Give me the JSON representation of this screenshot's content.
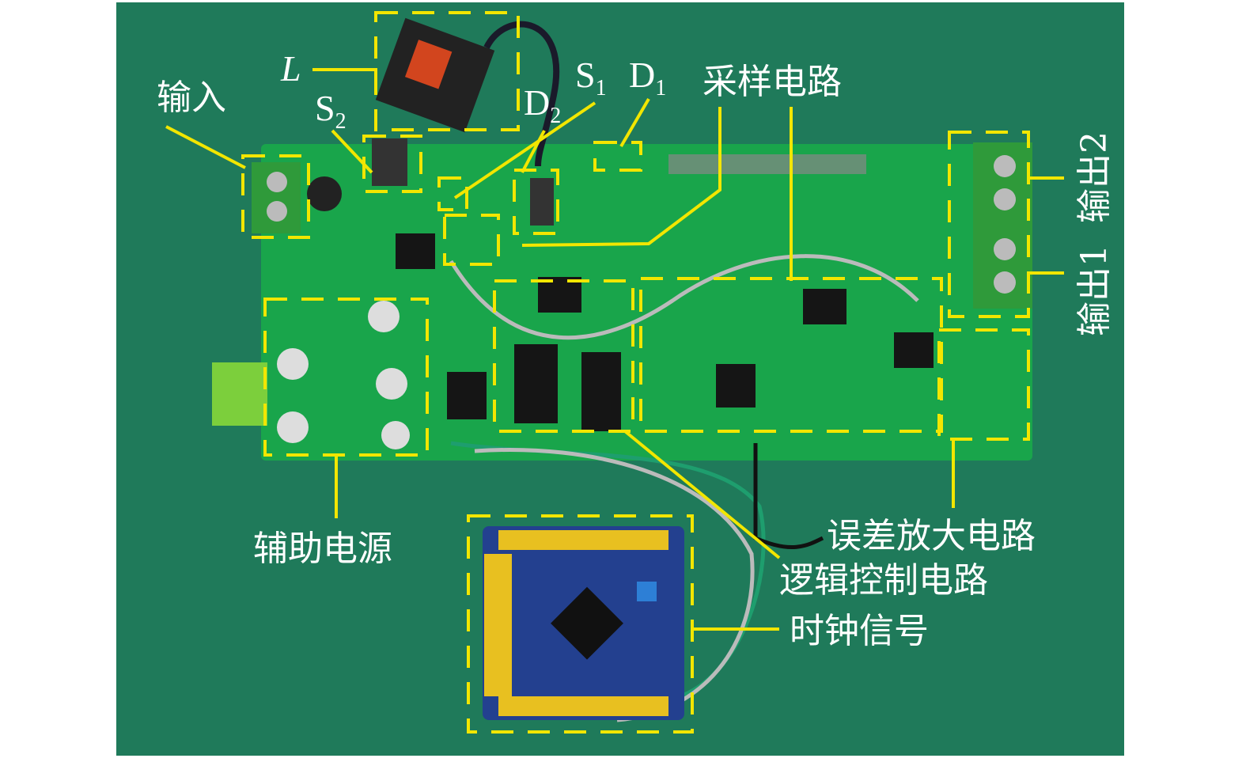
{
  "figure": {
    "labels": {
      "input": "输入",
      "inductor": "L",
      "s2": {
        "main": "S",
        "sub": "2"
      },
      "d2": {
        "main": "D",
        "sub": "2"
      },
      "s1": {
        "main": "S",
        "sub": "1"
      },
      "d1": {
        "main": "D",
        "sub": "1"
      },
      "sampling_circuit": "采样电路",
      "output2": "输出2",
      "output1": "输出1",
      "aux_power": "辅助电源",
      "error_amp": "误差放大电路",
      "logic_control": "逻辑控制电路",
      "clock_signal": "时钟信号"
    },
    "colors": {
      "background": "#1f7a5a",
      "pcb": "#18a84a",
      "annotation": "#f2e600",
      "mcu_board": "#23408f"
    }
  }
}
